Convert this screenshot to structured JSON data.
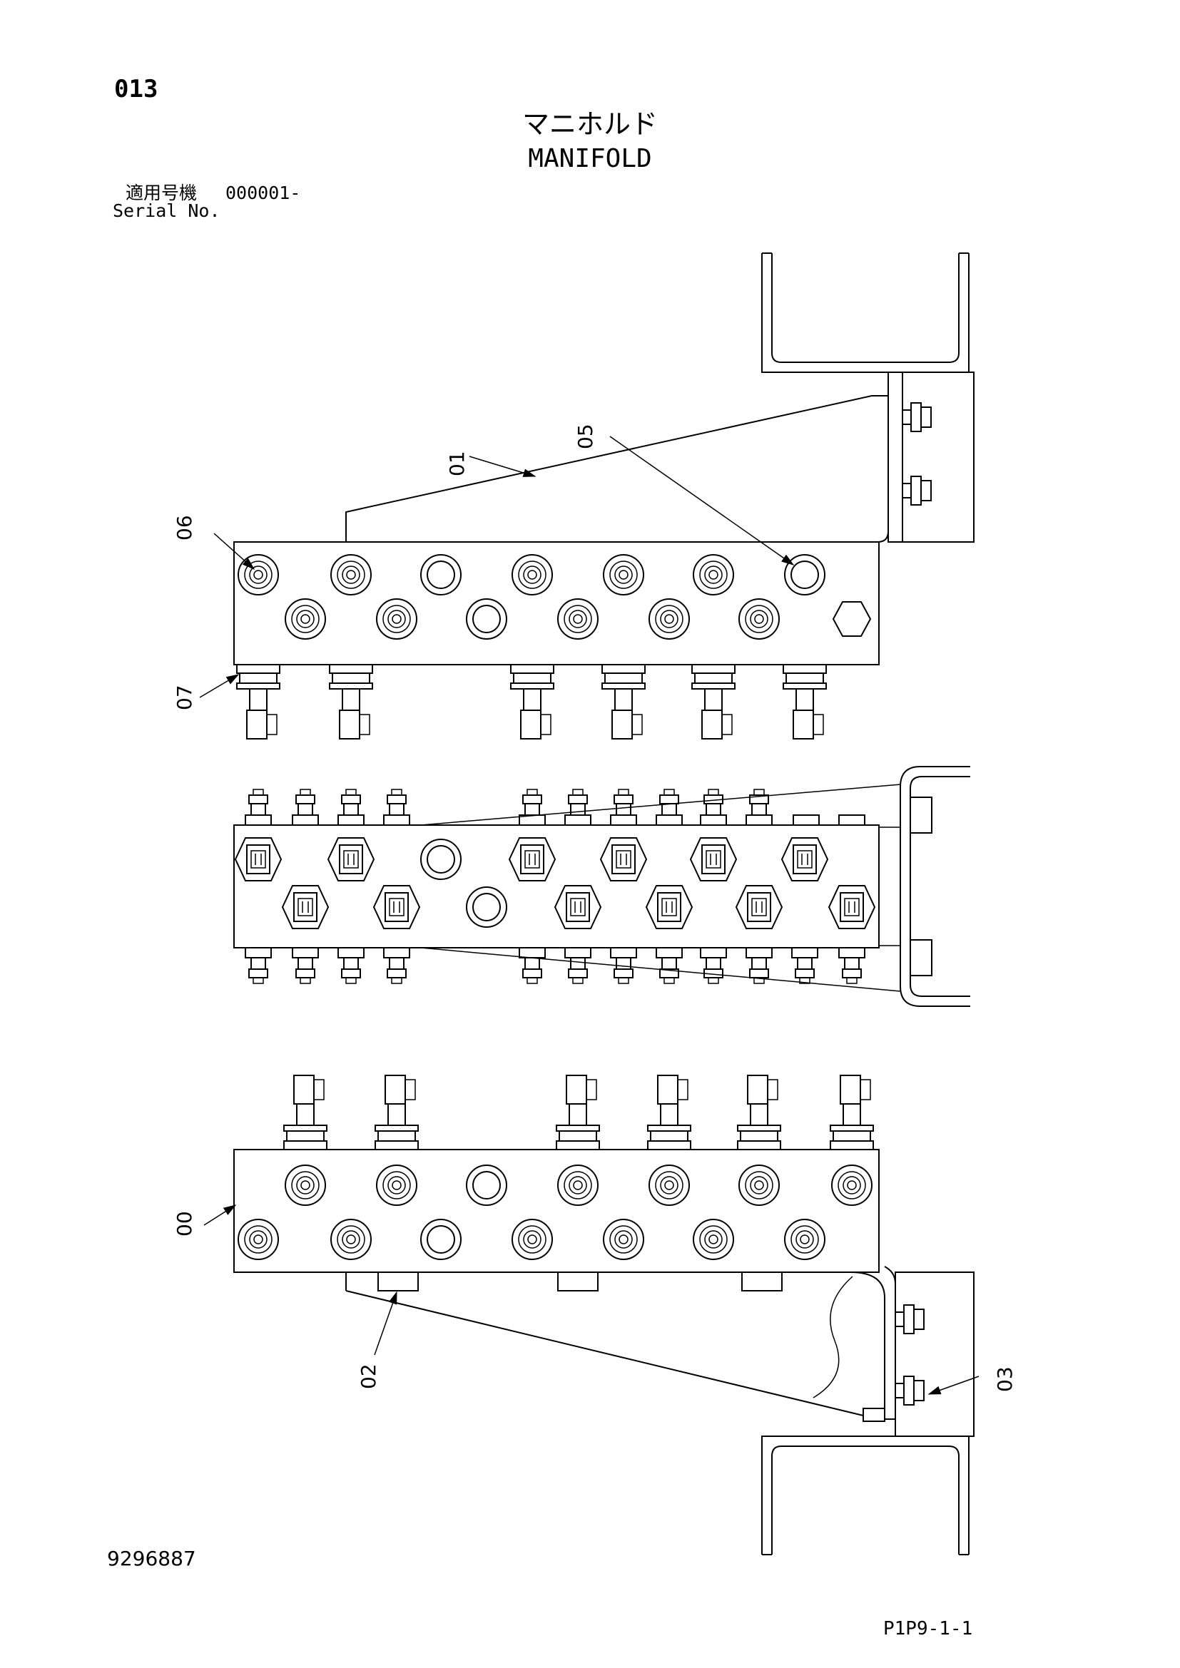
{
  "header": {
    "page_number": "013",
    "title_jp": "マニホルド",
    "title_en": "MANIFOLD",
    "serial_label_jp": "適用号機",
    "serial_value": "000001-",
    "serial_label_en": "Serial No."
  },
  "callouts": {
    "c00": "00",
    "c01": "01",
    "c02": "02",
    "c03": "03",
    "c05": "05",
    "c06": "06",
    "c07": "07"
  },
  "footer": {
    "document_id": "9296887",
    "sheet_id": "P1P9-1-1"
  }
}
